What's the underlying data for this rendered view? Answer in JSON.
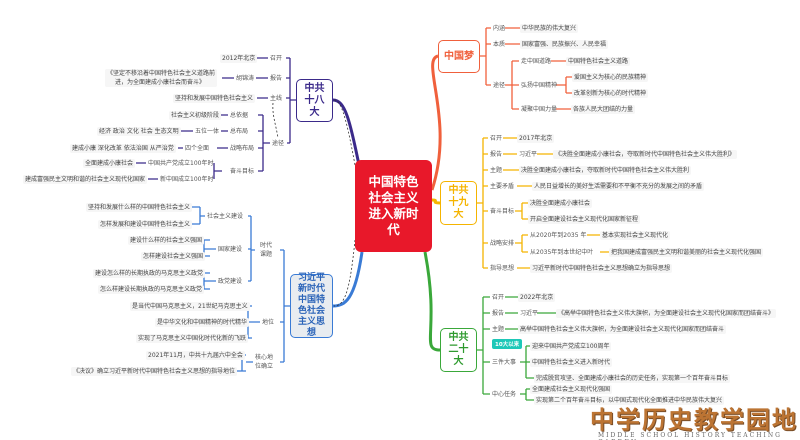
{
  "center": "中国特色社会主义进入新时代",
  "dream": {
    "title": "中国梦",
    "neihan": "内涵",
    "neihan_v": "中华民族的伟大复兴",
    "benzhi": "本质",
    "benzhi_v": "国家富强、民族振兴、人民幸福",
    "tujing": "途径",
    "road": "走中国道路",
    "road_v": "中国特色社会主义道路",
    "spirit": "弘扬中国精神",
    "spirit_a": "爱国主义为核心的民族精神",
    "spirit_b": "改革创新为核心的时代精神",
    "power": "凝聚中国力量",
    "power_v": "各族人民大团结的力量"
  },
  "c19": {
    "title": "中共十九大",
    "zhaokai": "召开",
    "zhaokai_v": "2017年北京",
    "baogao": "报告",
    "speaker": "习近平",
    "report": "《决胜全面建成小康社会，夺取新时代中国特色社会主义伟大胜利》",
    "zhuti": "主题",
    "zhuti_v": "决胜全面建成小康社会，夺取新时代中国特色社会主义伟大胜利",
    "maodun": "主要矛盾",
    "maodun_v": "人民日益增长的美好生活需要和不平衡不充分的发展之间的矛盾",
    "mubiao": "奋斗目标",
    "mubiao_a": "决胜全面建成小康社会",
    "mubiao_b": "开启全面建设社会主义现代化国家新征程",
    "anpai": "战略安排",
    "anpai_a": "从2020年到2035 年",
    "anpai_a_v": "基本实现社会主义现代化",
    "anpai_b": "从2035年到本世纪中叶",
    "anpai_b_v": "把我国建成富强民主文明和谐美丽的社会主义现代化强国",
    "sixiang": "指导思想",
    "sixiang_v": "习近平新时代中国特色社会主义思想确立为指导思想"
  },
  "c20": {
    "title": "中共二十大",
    "zhaokai": "召开",
    "zhaokai_v": "2022年北京",
    "baogao": "报告",
    "speaker": "习近平",
    "report": "《高举中国特色社会主义伟大旗帜，为全面建设社会主义现代化国家而团结奋斗》",
    "zhuti": "主题",
    "zhuti_v": "高举中国特色社会主义伟大旗帜，为全面建设社会主义现代化国家而团结奋斗",
    "badge": "10大以来",
    "dashi": "三件大事",
    "dashi_a": "迎来中国共产党成立100周年",
    "dashi_b": "中国特色社会主义进入新时代",
    "dashi_c": "完成脱贫攻坚、全面建成小康社会的历史任务，实现第一个百年奋斗目标",
    "renwu": "中心任务",
    "renwu_a": "全面建成社会主义现代化强国",
    "renwu_b": "实现第二个百年奋斗目标，以中国式现代化全面推进中华民族伟大复兴"
  },
  "c18": {
    "title": "中共十八大",
    "zhaokai": "召开",
    "zhaokai_v": "2012年北京",
    "baogao": "报告",
    "speaker": "胡锦涛",
    "report_1": "《坚定不移沿着中国特色社会主义道路前",
    "report_2": "进，为全面建成小康社会而奋斗》",
    "zhuxian": "主线",
    "zhuxian_v": "坚持和发展中国特色社会主义",
    "tujing": "途径",
    "yiju": "总依据",
    "yiju_v": "社会主义初级阶段",
    "buju": "总布局",
    "buju_m": "五位一体",
    "buju_v": "经济 政治 文化 社会 生态文明",
    "zhanlue": "战略布局",
    "zhanlue_m": "四个全面",
    "zhanlue_v": "建成小康 深化改革 依法治国 从严治党",
    "mubiao": "奋斗目标",
    "m1": "中国共产党成立100年时",
    "m1_v": "全面建成小康社会",
    "m2": "新中国成立100年时",
    "m2_v": "建成富强民主文明和谐的社会主义现代化国家"
  },
  "xi": {
    "title": "习近平新时代中国特色社会主义思想",
    "keti": "时代课题",
    "sh": "社会主义建设",
    "sh_a": "坚持和发展什么样的中国特色社会主义",
    "sh_b": "怎样发展和建设中国特色社会主义",
    "gj": "国家建设",
    "gj_a": "建设什么样的社会主义强国",
    "gj_b": "怎样建设社会主义强国",
    "zd": "政党建设",
    "zd_a": "建设怎么样的长期执政的马克思主义政党",
    "zd_b": "怎么样建设长期执政的马克思主义政党",
    "diwei": "地位",
    "dw_a": "是当代中国马克思主义，21世纪马克思主义",
    "dw_b": "是中华文化和中国精神的时代精华",
    "dw_c": "实现了马克思主义中国化时代化新的飞跃",
    "hexin": "核心地位确立",
    "hx_a": "2021年11月，中共十九届六中全会",
    "hx_b": "《决议》确立习近平新时代中国特色社会主义思想的指导地位"
  },
  "watermark": {
    "cn": "中学历史教学园地",
    "en": "MIDDLE SCHOOL HISTORY TEACHING GARDEN"
  },
  "colors": {
    "center": "#e8182a",
    "dream": "#f0603c",
    "c19": "#f5b400",
    "c20": "#3aa83a",
    "c18": "#3b2a8a",
    "xi": "#3a7bd5"
  }
}
